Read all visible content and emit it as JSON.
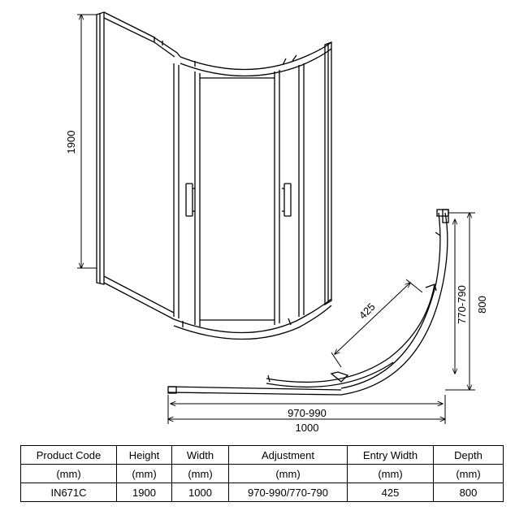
{
  "dimensions": {
    "height": "1900",
    "inner_width": "970-990",
    "outer_width": "1000",
    "entry": "425",
    "depth_range": "770-790",
    "depth": "800"
  },
  "table": {
    "headers": [
      "Product Code",
      "Height",
      "Width",
      "Adjustment",
      "Entry Width",
      "Depth"
    ],
    "units": [
      "(mm)",
      "(mm)",
      "(mm)",
      "(mm)",
      "(mm)",
      "(mm)"
    ],
    "values": [
      "IN671C",
      "1900",
      "1000",
      "970-990/770-790",
      "425",
      "800"
    ]
  }
}
